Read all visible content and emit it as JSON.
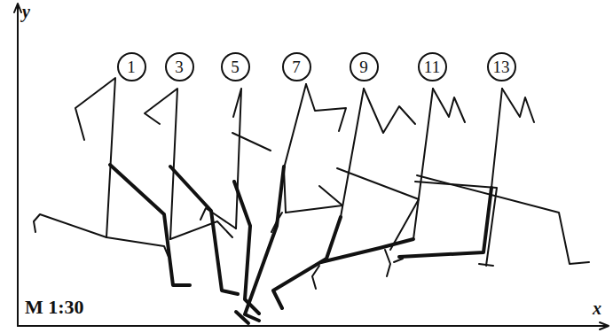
{
  "diagram": {
    "nodes": [
      {
        "text": [
          "1"
        ]
      },
      {
        "text": [
          "3"
        ]
      },
      {
        "text": [
          "5"
        ]
      },
      {
        "text": [
          "7"
        ]
      },
      {
        "text": [
          "9"
        ]
      },
      {
        "text": [
          "11"
        ]
      },
      {
        "text": [
          "13"
        ]
      }
    ],
    "labels": [
      "y",
      "x",
      "M 1:30"
    ]
  }
}
